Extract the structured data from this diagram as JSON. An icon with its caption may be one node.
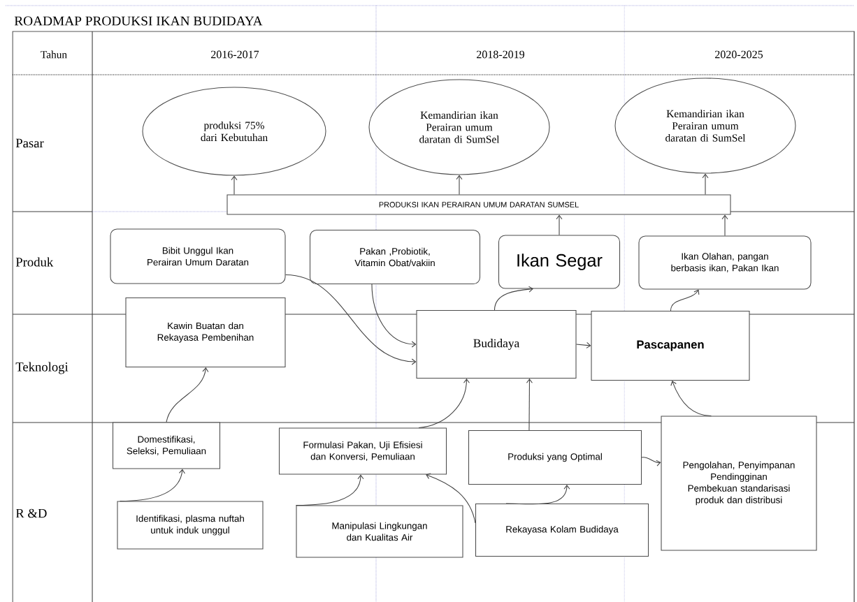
{
  "diagram": {
    "title": "ROADMAP PRODUKSI IKAN BUDIDAYA",
    "nodes": [
      {
        "text": [
          "produksi 75% dari Kebutuhan"
        ]
      },
      {
        "text": [
          "Kemandirian ikan Perairan umum daratan di SumSel"
        ]
      },
      {
        "text": [
          "Kemandirian ikan Perairan umum daratan di SumSel"
        ]
      },
      {
        "text": [
          "PRODUKSI IKAN PERAIRAN UMUM DARATAN SUMSEL"
        ]
      },
      {
        "text": [
          "Bibit Unggul Ikan Perairan Umum Daratan"
        ]
      },
      {
        "text": [
          "Pakan ,Probiotik, Vitamin Obat/vakiin"
        ]
      },
      {
        "text": [
          "Ikan Segar"
        ]
      },
      {
        "text": [
          "Ikan Olahan, pangan berbasis ikan, Pakan Ikan"
        ]
      },
      {
        "text": [
          "Kawin Buatan dan Rekayasa Pembenihan"
        ]
      },
      {
        "text": [
          "Budidaya"
        ]
      },
      {
        "text": [
          "Pascapanen"
        ]
      },
      {
        "text": [
          "Domestifikasi, Seleksi, Pemuliaan"
        ]
      },
      {
        "text": [
          "Formulasi Pakan, Uji Efisiesi dan Konversi, Pemuliaan"
        ]
      },
      {
        "text": [
          "Produksi yang Optimal"
        ]
      },
      {
        "text": [
          "Pengolahan, Penyimpanan Pendingginan Pembekuan standarisasi produk dan distribusi"
        ]
      },
      {
        "text": [
          "Identifikasi, plasma nuftah untuk induk unggul"
        ]
      },
      {
        "text": [
          "Manipulasi Lingkungan dan Kualitas Air"
        ]
      },
      {
        "text": [
          "Rekayasa Kolam Budidaya"
        ]
      }
    ],
    "edges": [
      {
        "from": 3,
        "to": 0,
        "arrow": "to"
      },
      {
        "from": 3,
        "to": 1,
        "arrow": "to"
      },
      {
        "from": 3,
        "to": 2,
        "arrow": "to"
      },
      {
        "from": 6,
        "to": 3,
        "arrow": "to"
      },
      {
        "from": 7,
        "to": 3,
        "arrow": "to"
      },
      {
        "from": 9,
        "to": 6,
        "arrow": "to"
      },
      {
        "from": 10,
        "to": 7,
        "arrow": "to"
      },
      {
        "from": 4,
        "to": 9,
        "arrow": "to"
      },
      {
        "from": 5,
        "to": 9,
        "arrow": "to"
      },
      {
        "from": 9,
        "to": 10,
        "arrow": "to"
      },
      {
        "from": 11,
        "to": 8,
        "arrow": "to"
      },
      {
        "from": 15,
        "to": 11,
        "arrow": "to"
      },
      {
        "from": 12,
        "to": 9,
        "arrow": "to"
      },
      {
        "from": 13,
        "to": 9,
        "arrow": "to"
      },
      {
        "from": 14,
        "to": 10,
        "arrow": "to"
      },
      {
        "from": 13,
        "to": 14,
        "arrow": "to"
      },
      {
        "from": 16,
        "to": 12,
        "arrow": "to"
      },
      {
        "from": 17,
        "to": 12,
        "arrow": "to"
      },
      {
        "from": 17,
        "to": 13,
        "arrow": "to"
      }
    ],
    "labels": [
      "Tahun",
      "2016-2017",
      "2018-2019",
      "2020-2025",
      "Pasar",
      "Produk",
      "Teknologi",
      "R &D"
    ]
  }
}
